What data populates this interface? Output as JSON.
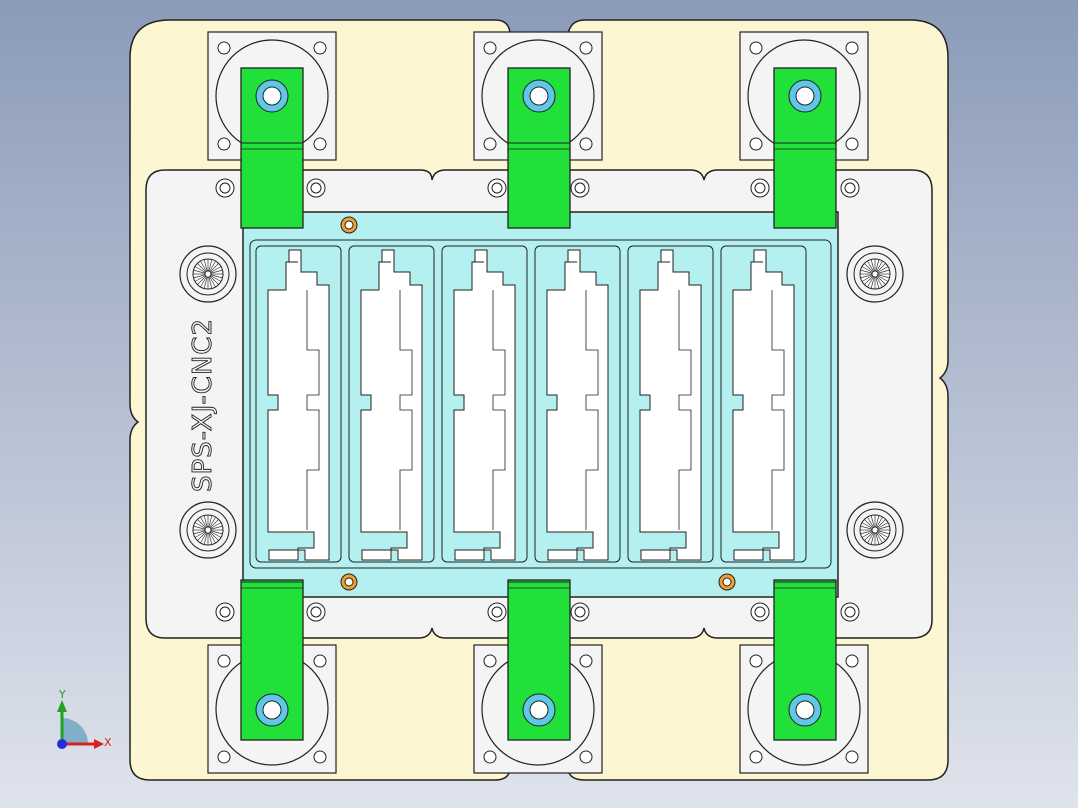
{
  "drawing": {
    "part_label": "SPS-XJ-CNC2"
  },
  "triad": {
    "y_label": "Y",
    "x_label": "X"
  },
  "colors": {
    "background_top": "#8b9bb8",
    "background_bottom": "#dfe3ec",
    "base_plate": "#fcf6d2",
    "sub_plate": "#f4f4f4",
    "nest": "#b4f0f0",
    "clamp": "#22e03a",
    "bolt_ring": "#5ec8e6",
    "locator_pin": "#f0a030",
    "outline": "#222222"
  },
  "icons": {
    "triad": "coordinate-triad-icon",
    "bolt": "socket-bolt-icon"
  }
}
